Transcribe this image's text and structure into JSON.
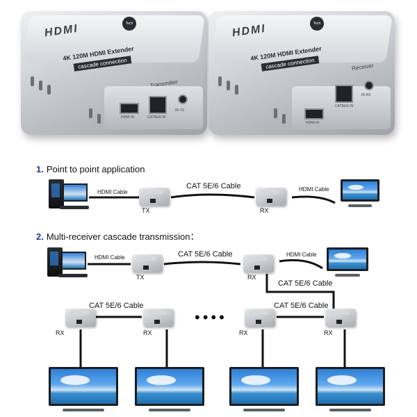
{
  "products": {
    "brand": "HDMI",
    "logo_text": "Tech",
    "model": "4K 120M HDMI Extender",
    "cascade": "cascade connection",
    "transmitter": {
      "role": "Transmitter",
      "ports": [
        "HDMI IN",
        "CAT5E/6 IN",
        "IR-TX"
      ]
    },
    "receiver": {
      "role": "Receiver",
      "ports": [
        "HDMI IN",
        "CAT5E/6 IN",
        "IR-RX"
      ]
    }
  },
  "section1": {
    "number": "1.",
    "title": "Point to point application",
    "hdmi_left": "HDMI Cable",
    "cat": "CAT 5E/6 Cable",
    "hdmi_right": "HDMI Cable",
    "tx": "TX",
    "rx": "RX"
  },
  "section2": {
    "number": "2.",
    "title": "Multi-receiver cascade transmission：",
    "hdmi_left": "HDMI Cable",
    "cat_main": "CAT 5E/6 Cable",
    "hdmi_right": "HDMI Cable",
    "cat_down": "CAT 5E/6 Cable",
    "cat_left": "CAT 5E/6 Cable",
    "cat_right": "CAT 5E/6 Cable",
    "tx": "TX",
    "rx_top": "RX",
    "rx_bottom": [
      "RX",
      "RX",
      "RX",
      "RX"
    ],
    "ellipsis": "••••"
  },
  "colors": {
    "title_number": "#1f3f8f",
    "device_silver": "#c9cdd2",
    "screen_blue": "#2f7fd6"
  }
}
